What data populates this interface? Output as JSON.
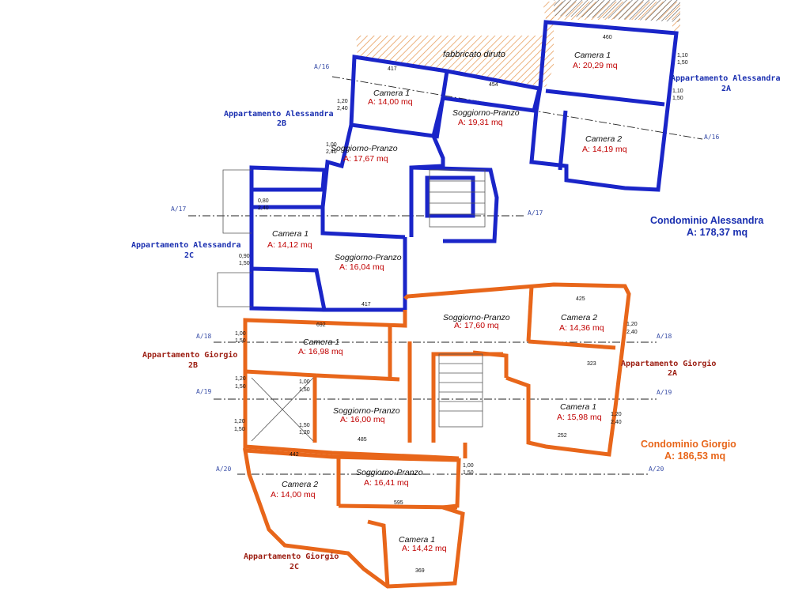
{
  "ruin_label": "fabbricato diruto",
  "condominiums": [
    {
      "name": "Condominio Alessandra",
      "area": "A: 178,37 mq",
      "color": "#1a2fb0"
    },
    {
      "name": "Condominio Giorgio",
      "area": "A: 186,53 mq",
      "color": "#e8661a"
    }
  ],
  "apartments": [
    {
      "line1": "Appartamento Alessandra",
      "line2": "2A"
    },
    {
      "line1": "Appartamento Alessandra",
      "line2": "2B"
    },
    {
      "line1": "Appartamento Alessandra",
      "line2": "2C"
    },
    {
      "line1": "Appartamento Giorgio",
      "line2": "2B"
    },
    {
      "line1": "Appartamento Giorgio",
      "line2": "2A"
    },
    {
      "line1": "Appartamento Giorgio",
      "line2": "2C"
    }
  ],
  "rooms": [
    {
      "name": "Camera 1",
      "area": "A: 20,29 mq"
    },
    {
      "name": "Camera 1",
      "area": "A: 14,00 mq"
    },
    {
      "name": "Soggiorno-Pranzo",
      "area": "A: 19,31 mq"
    },
    {
      "name": "Camera 2",
      "area": "A: 14,19 mq"
    },
    {
      "name": "Soggiorno-Pranzo",
      "area": "A: 17,67 mq"
    },
    {
      "name": "Camera 1",
      "area": "A: 14,12 mq"
    },
    {
      "name": "Soggiorno-Pranzo",
      "area": "A: 16,04 mq"
    },
    {
      "name": "Soggiorno-Pranzo",
      "area": "A: 17,60 mq"
    },
    {
      "name": "Camera 2",
      "area": "A: 14,36 mq"
    },
    {
      "name": "Camera 1",
      "area": "A: 16,98 mq"
    },
    {
      "name": "Soggiorno-Pranzo",
      "area": "A: 16,00 mq"
    },
    {
      "name": "Camera 1",
      "area": "A: 15,98 mq"
    },
    {
      "name": "Soggiorno-Pranzo",
      "area": "A: 16,41 mq"
    },
    {
      "name": "Camera 2",
      "area": "A: 14,00 mq"
    },
    {
      "name": "Camera 1",
      "area": "A: 14,42 mq"
    }
  ],
  "axes": [
    {
      "left": "A/16",
      "right": "A/16"
    },
    {
      "left": "A/17",
      "right": "A/17"
    },
    {
      "left": "A/18",
      "right": "A/18"
    },
    {
      "left": "A/19",
      "right": "A/19"
    },
    {
      "left": "A/20",
      "right": "A/20"
    }
  ],
  "dimensions": {
    "top_room": "460",
    "c1_w": "417",
    "sog_w": "454",
    "win_a1": "1,10",
    "win_a2": "1,50",
    "win_b1": "1,10",
    "win_b2": "1,50",
    "win_c1": "1,20",
    "win_c2": "2,40",
    "win_d1": "1,00",
    "win_d2": "2,40",
    "win_e1": "0,80",
    "win_e2": "2,40",
    "win_f1": "0,90",
    "win_f2": "1,50",
    "win_g1": "1,20",
    "win_g2": "1,50",
    "win_h1": "1,00",
    "win_h2": "1,50",
    "win_i1": "1,20",
    "win_i2": "1,50",
    "win_j1": "1,00",
    "win_j2": "1,50",
    "win_k1": "1,20",
    "win_k2": "2,40",
    "win_l1": "1,20",
    "win_l2": "2,40",
    "win_m1": "1,00",
    "win_m2": "1,50",
    "win_n1": "1,50",
    "win_n2": "1,20",
    "g_w1": "692",
    "g_w2": "417",
    "g_w3": "442",
    "g_w4": "485",
    "g_w5": "595",
    "g_w6": "369",
    "g_w7": "425",
    "g_w8": "323",
    "g_w9": "252"
  }
}
